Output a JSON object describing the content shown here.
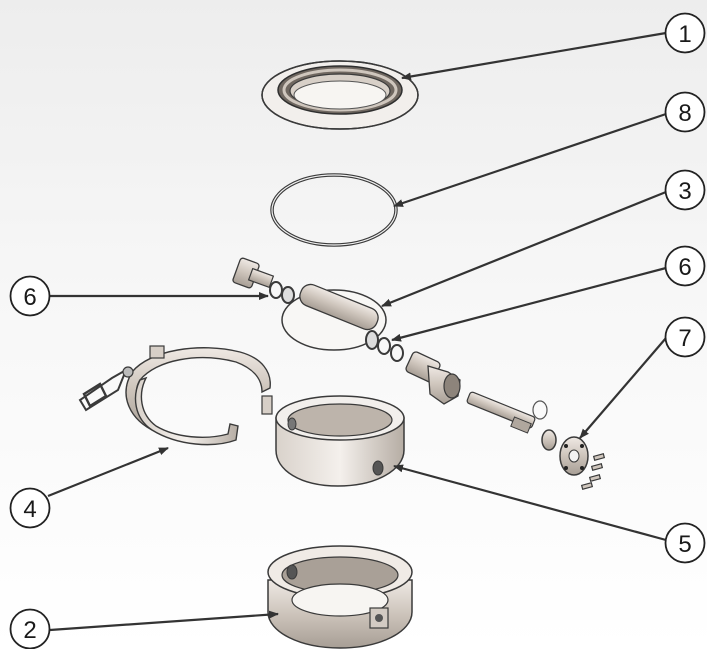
{
  "diagram": {
    "callouts": [
      {
        "id": "c1",
        "label": "1"
      },
      {
        "id": "c8",
        "label": "8"
      },
      {
        "id": "c3",
        "label": "3"
      },
      {
        "id": "c6r",
        "label": "6"
      },
      {
        "id": "c7",
        "label": "7"
      },
      {
        "id": "c6l",
        "label": "6"
      },
      {
        "id": "c4",
        "label": "4"
      },
      {
        "id": "c5",
        "label": "5"
      },
      {
        "id": "c2",
        "label": "2"
      }
    ],
    "colors": {
      "background": "#f4f4f4",
      "metal": "#c8bfb6",
      "metal_dark": "#8d847b",
      "outline": "#3a3a3a",
      "leader": "#333333"
    }
  }
}
